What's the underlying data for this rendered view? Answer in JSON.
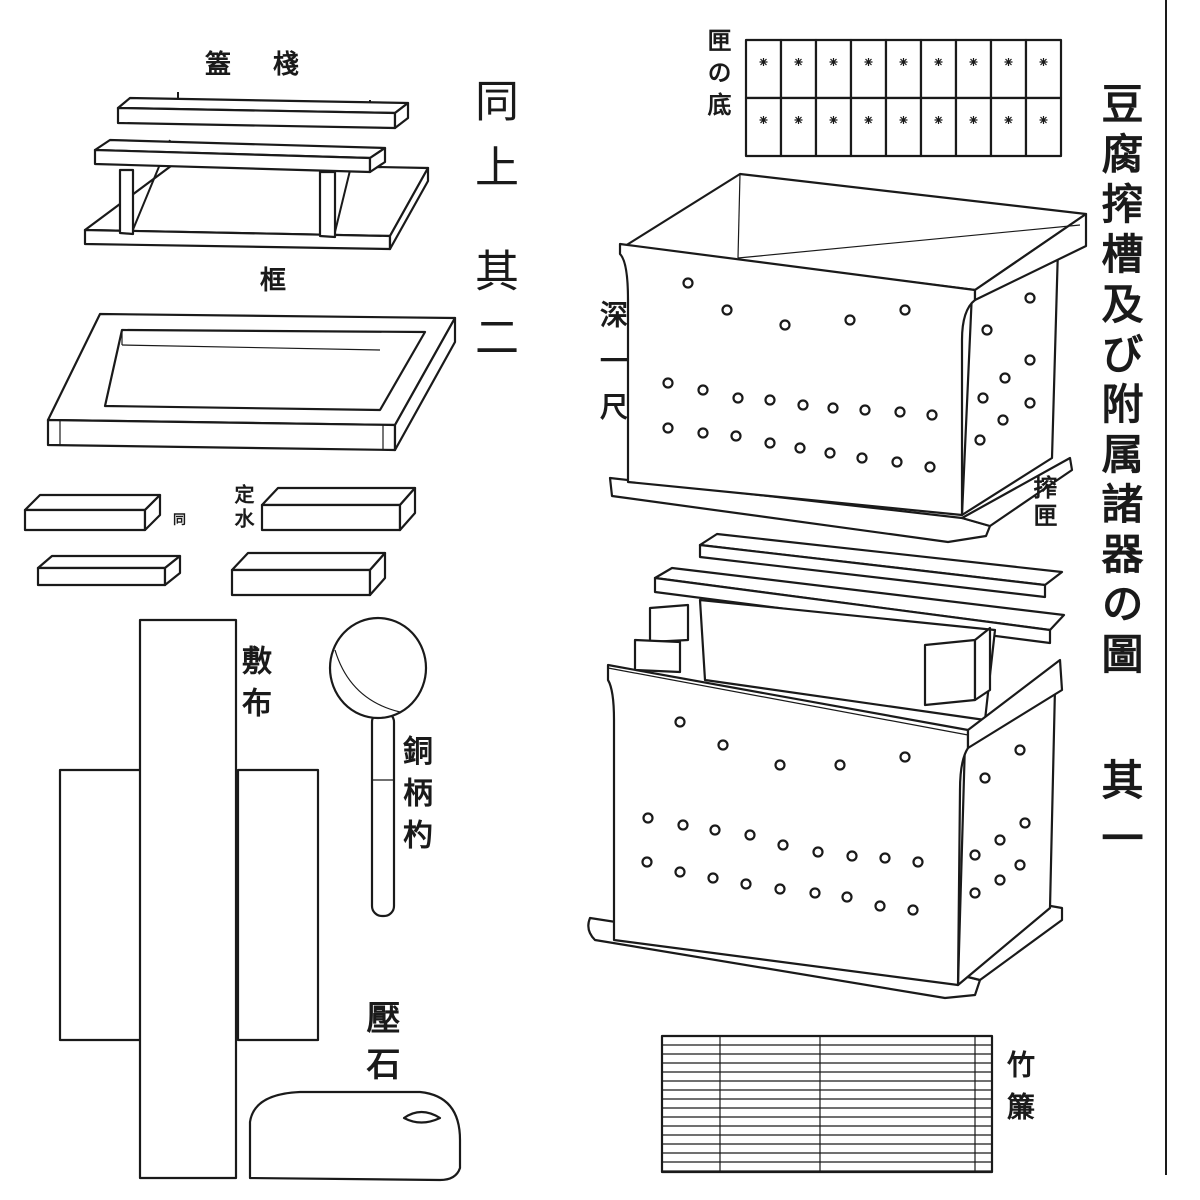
{
  "title": {
    "main": "豆腐搾槽及び附属諸器の圖",
    "part": "其一"
  },
  "subtitle": {
    "main": "同上",
    "part": "其二"
  },
  "labels": {
    "stand": "篕　棧",
    "frame": "框",
    "weights": "定水",
    "weights_same": "同",
    "cloth": "敷布",
    "ladle": "銅柄杓",
    "stone": "壓石",
    "box_bottom": "匣の底",
    "depth": "深一尺",
    "press_box": "搾匣",
    "bamboo_mat": "竹簾"
  },
  "colors": {
    "ink": "#1a1a1a",
    "paper": "#ffffff"
  }
}
